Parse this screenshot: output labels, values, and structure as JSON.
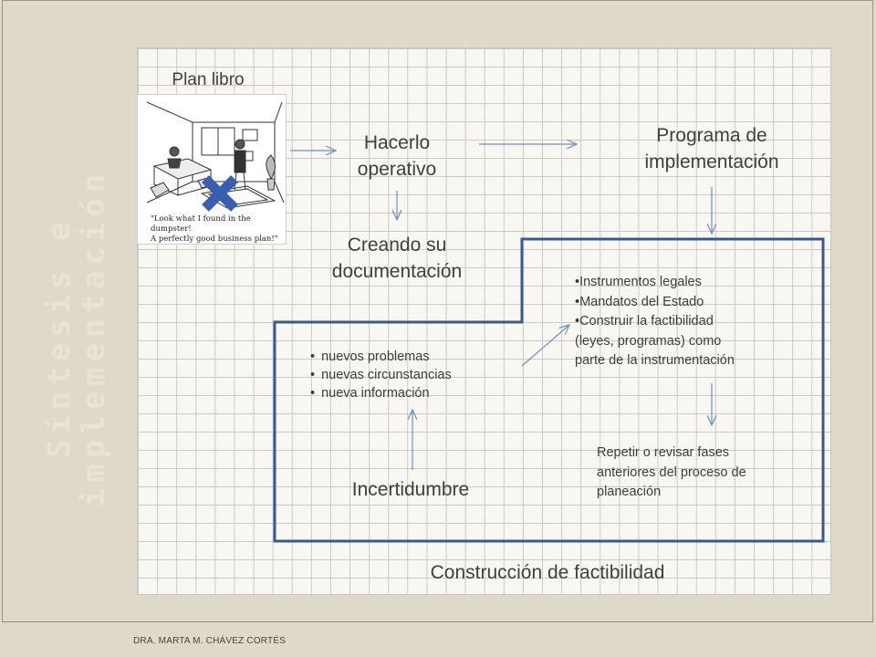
{
  "side_title": {
    "line1": "Síntesis e",
    "line2": "implementación"
  },
  "cartoon": {
    "caption_line1": "\"Look what I found in the dumpster!",
    "caption_line2": "A perfectly good business plan!\""
  },
  "nodes": {
    "plan_libro": "Plan libro",
    "hacerlo_line1": "Hacerlo",
    "hacerlo_line2": "operativo",
    "programa_line1": "Programa de",
    "programa_line2": "implementación",
    "creando_line1": "Creando su",
    "creando_line2": "documentación",
    "incertidumbre": "Incertidumbre",
    "repetir_line1": "Repetir o revisar fases",
    "repetir_line2": "anteriores del proceso de",
    "repetir_line3": "planeación",
    "construccion": "Construcción de factibilidad"
  },
  "uncertainty_items": [
    "nuevos problemas",
    "nuevas circunstancias",
    "nueva información"
  ],
  "instruments": {
    "line1": "•Instrumentos legales",
    "line2": "•Mandatos del Estado",
    "line3": "•Construir la factibilidad",
    "line4": "(leyes, programas) como",
    "line5": "parte de la instrumentación"
  },
  "footer": "DRA. MARTA M. CHÁVEZ CORTÉS",
  "colors": {
    "background": "#ded9c8",
    "grid_line": "#c9c9c9",
    "outline_blue": "#3a5a8c",
    "arrow_blue": "#6f8fbf",
    "cross": "#3b5fb0"
  }
}
